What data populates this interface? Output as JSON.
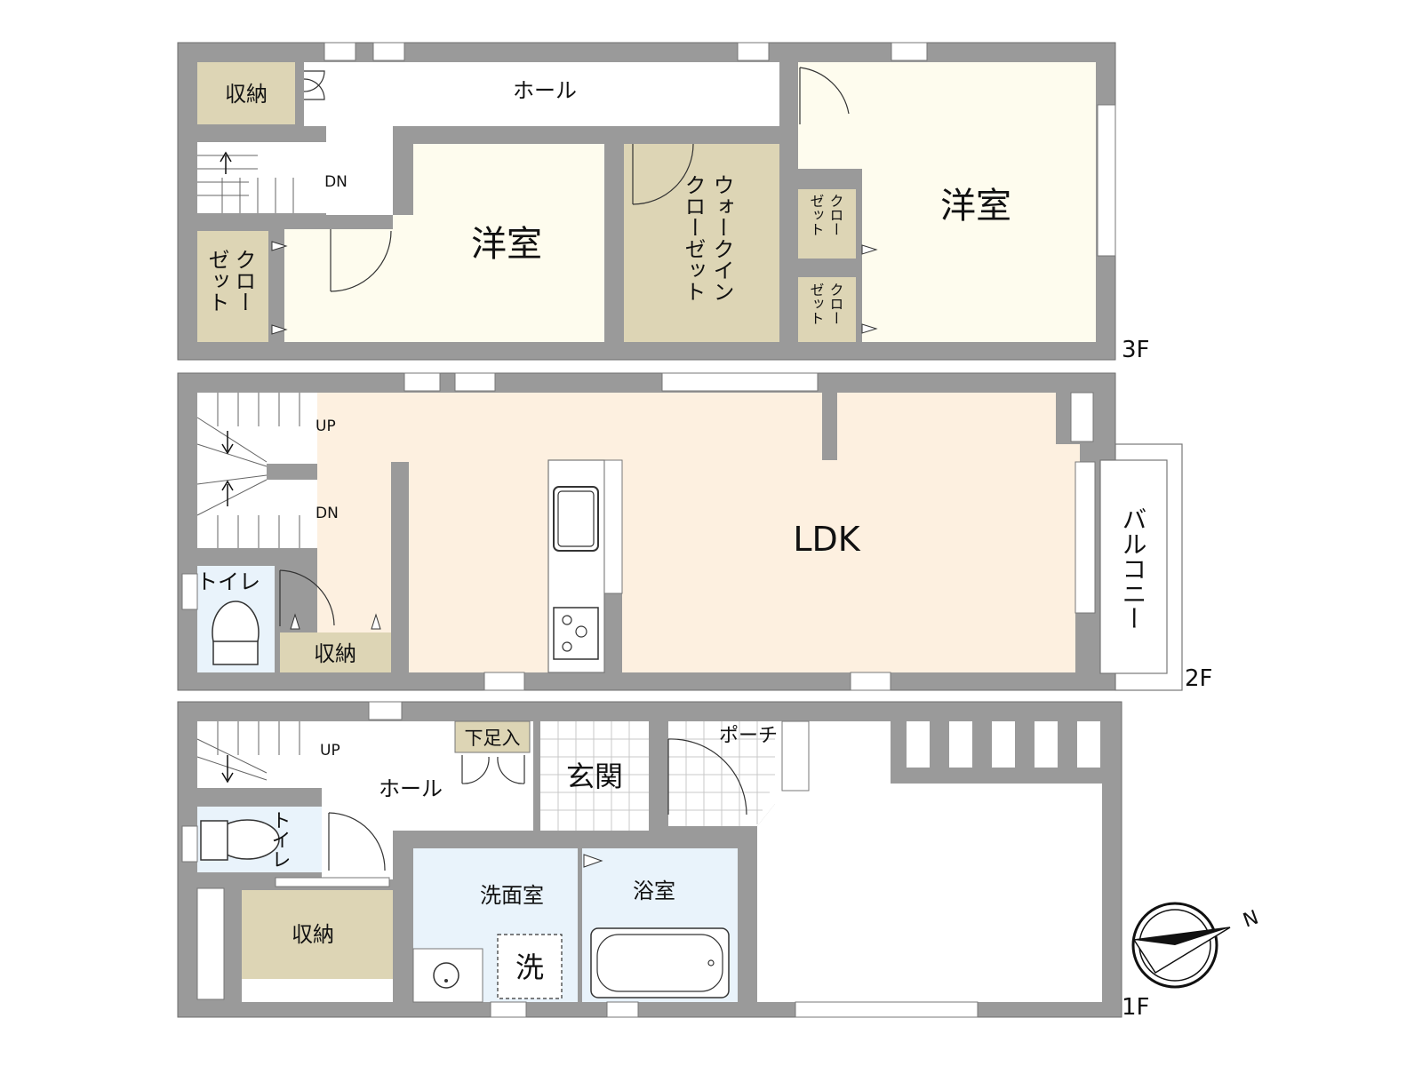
{
  "colors": {
    "wall": "#9a9a9a",
    "wall_edge": "#6e6e6e",
    "storage": "#ddd5b5",
    "bedroom": "#fefcee",
    "ldk": "#fdf0e0",
    "wet": "#e9f3fb",
    "tile": "#ffffff",
    "tile_line": "#c8c8c8",
    "white": "#ffffff",
    "text": "#111111"
  },
  "floor3": {
    "label": "3F",
    "storage": "収納",
    "hall": "ホール",
    "stair_dn": "DN",
    "western_room_1": "洋室",
    "western_room_2": "洋室",
    "walkin_closet_line1": "ウォークイン",
    "walkin_closet_line2": "クローゼット",
    "closet_left_line1": "クロー",
    "closet_left_line2": "ゼット",
    "closet_small_a_line1": "クロー",
    "closet_small_a_line2": "ゼット",
    "closet_small_b_line1": "クロー",
    "closet_small_b_line2": "ゼット"
  },
  "floor2": {
    "label": "2F",
    "stair_up": "UP",
    "stair_dn": "DN",
    "ldk": "LDK",
    "toilet": "トイレ",
    "storage": "収納",
    "balcony": "バルコニー"
  },
  "floor1": {
    "label": "1F",
    "stair_up": "UP",
    "hall": "ホール",
    "shoe_storage": "下足入",
    "entrance": "玄関",
    "porch": "ポーチ",
    "toilet": "トイレ",
    "storage": "収納",
    "washroom": "洗面室",
    "bathroom": "浴室",
    "washer": "洗"
  },
  "compass": {
    "north": "N"
  }
}
